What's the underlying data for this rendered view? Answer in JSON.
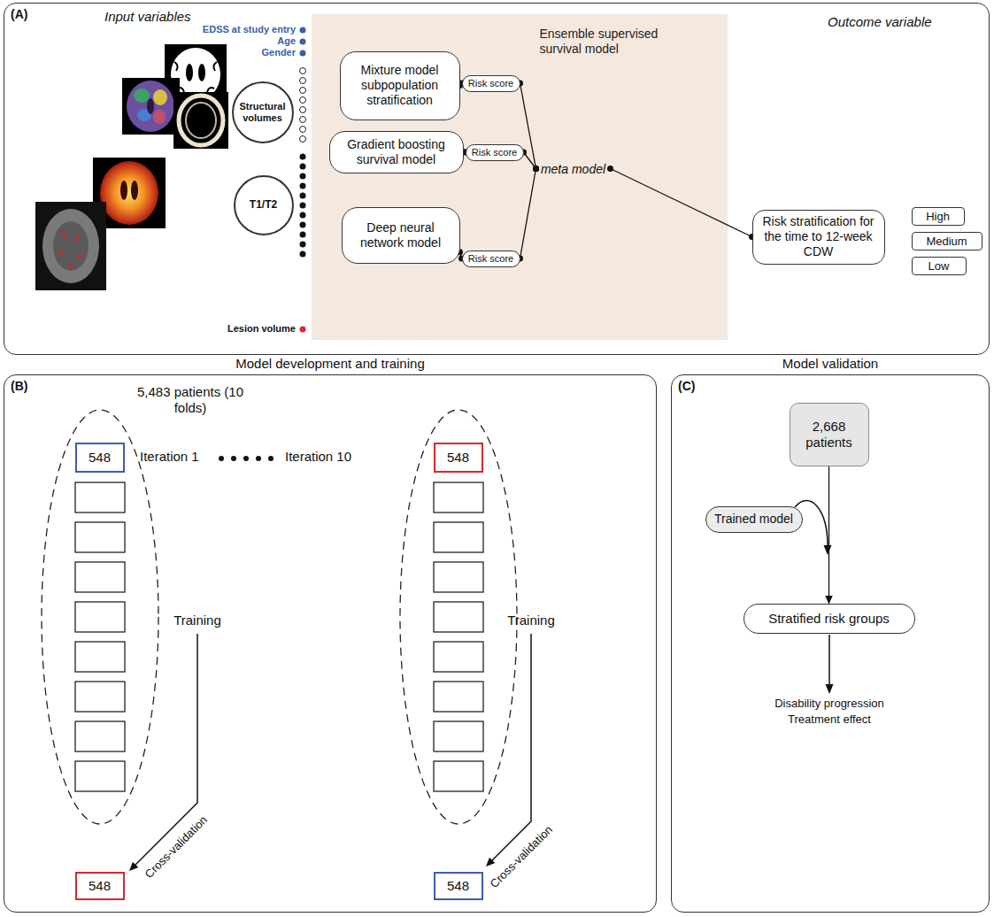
{
  "diagram": {
    "nodes": [
      {
        "text": [
          "(A)"
        ]
      },
      {
        "text": [
          "Ensemble supervised survival model"
        ],
        "in": 0
      },
      {
        "text": [
          "Structural volumes"
        ],
        "in": 0
      },
      {
        "text": [
          "T1/T2"
        ],
        "in": 0
      },
      {
        "text": [
          "Mixture model subpopulation stratification"
        ],
        "in": 1
      },
      {
        "text": [
          "Risk score"
        ],
        "in": 1
      },
      {
        "text": [
          "Gradient boosting survival model"
        ],
        "in": 1
      },
      {
        "text": [
          "Risk score"
        ],
        "in": 1
      },
      {
        "text": [
          "Deep neural network model"
        ],
        "in": 1
      },
      {
        "text": [
          "Risk score"
        ],
        "in": 1
      },
      {
        "text": [
          "meta model"
        ],
        "in": 1
      },
      {
        "text": [
          "Risk stratification for the time to 12-week CDW"
        ],
        "in": 0
      },
      {
        "text": [
          "High"
        ],
        "in": 0
      },
      {
        "text": [
          "Medium"
        ],
        "in": 0
      },
      {
        "text": [
          "Low"
        ],
        "in": 0
      },
      {
        "text": [
          "Model development and training",
          "(B)"
        ]
      },
      {
        "text": [
          "548"
        ],
        "in": 15
      },
      {
        "text": [
          "548"
        ],
        "in": 15
      },
      {
        "text": [
          "548"
        ],
        "in": 15
      },
      {
        "text": [
          "548"
        ],
        "in": 15
      },
      {
        "text": [
          "Model validation",
          "(C)"
        ]
      },
      {
        "text": [
          "2,668 patients"
        ],
        "in": 20
      },
      {
        "text": [
          "Trained model"
        ],
        "in": 20
      },
      {
        "text": [
          "Stratified risk groups"
        ],
        "in": 20
      }
    ],
    "edges": [
      {
        "from": 4,
        "to": 5,
        "arrow": "none"
      },
      {
        "from": 6,
        "to": 7,
        "arrow": "none"
      },
      {
        "from": 8,
        "to": 9,
        "arrow": "none"
      },
      {
        "from": 5,
        "to": 10,
        "arrow": "none"
      },
      {
        "from": 7,
        "to": 10,
        "arrow": "none"
      },
      {
        "from": 9,
        "to": 10,
        "arrow": "none"
      },
      {
        "from": 10,
        "to": 11,
        "arrow": "none"
      },
      {
        "from": 21,
        "to": 23,
        "arrow": "to"
      }
    ],
    "labels": [
      "Input variables",
      "EDSS at study entry",
      "Age",
      "Gender",
      "Lesion volume",
      "Outcome variable",
      "5,483 patients (10 folds)",
      "Iteration 1",
      "Iteration 10",
      "Training",
      "Training",
      "Cross-validation",
      "Cross-validation",
      "Disability progression",
      "Treatment effect"
    ]
  }
}
